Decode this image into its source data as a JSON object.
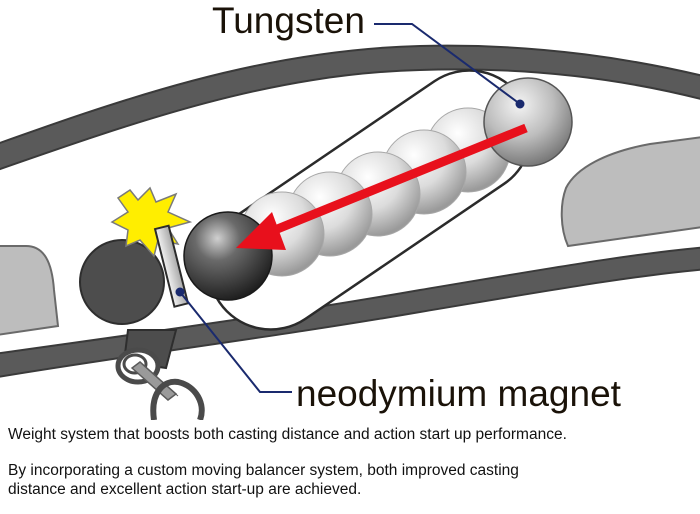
{
  "labels": {
    "tungsten": "Tungsten",
    "magnet": "neodymium magnet"
  },
  "caption": {
    "headline": "Weight system that boosts both casting distance and action start up performance.",
    "body": "By incorporating a custom moving balancer system, both improved casting distance and excellent action start-up are achieved."
  },
  "colors": {
    "arrow": "#e8101c",
    "leader_line": "#1a2a6e",
    "flash": "#ffee00",
    "body_fill": "#555555",
    "body_outline": "#3a3a3a"
  }
}
